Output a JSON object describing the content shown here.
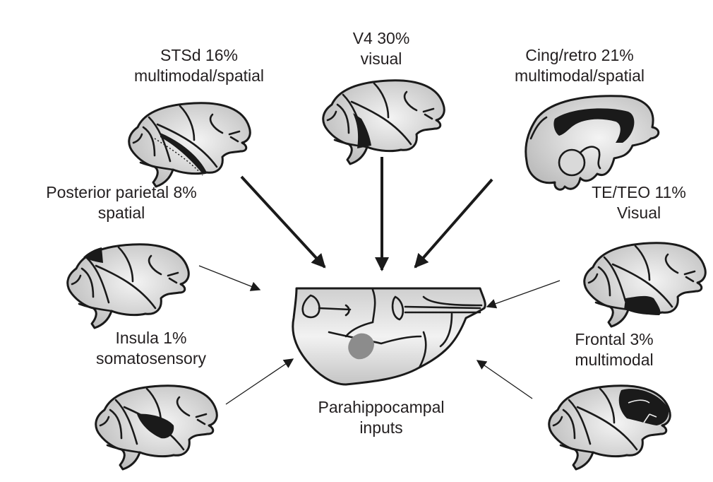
{
  "title": "Parahippocampal inputs",
  "center": {
    "line1": "Parahippocampal",
    "line2": "inputs"
  },
  "sources": [
    {
      "id": "stsd",
      "name": "STSd",
      "percent": "16%",
      "modality": "multimodal/spatial",
      "arrow": "thick"
    },
    {
      "id": "v4",
      "name": "V4",
      "percent": "30%",
      "modality": "visual",
      "arrow": "thick"
    },
    {
      "id": "cing",
      "name": "Cing/retro",
      "percent": "21%",
      "modality": "multimodal/spatial",
      "arrow": "thick"
    },
    {
      "id": "pp",
      "name": "Posterior parietal",
      "percent": "8%",
      "modality": "spatial",
      "arrow": "thin"
    },
    {
      "id": "teteo",
      "name": "TE/TEO",
      "percent": "11%",
      "modality": "Visual",
      "arrow": "thin"
    },
    {
      "id": "insula",
      "name": "Insula",
      "percent": "1%",
      "modality": "somatosensory",
      "arrow": "thin"
    },
    {
      "id": "frontal",
      "name": "Frontal",
      "percent": "3%",
      "modality": "multimodal",
      "arrow": "thin"
    }
  ],
  "labels": {
    "stsd": {
      "line1": "STSd 16%",
      "line2": "multimodal/spatial"
    },
    "v4": {
      "line1": "V4 30%",
      "line2": "visual"
    },
    "cing": {
      "line1": "Cing/retro 21%",
      "line2": "multimodal/spatial"
    },
    "pp": {
      "line1": "Posterior parietal 8%",
      "line2": "spatial"
    },
    "teteo": {
      "line1": "TE/TEO 11%",
      "line2": "Visual"
    },
    "insula": {
      "line1": "Insula 1%",
      "line2": "somatosensory"
    },
    "frontal": {
      "line1": "Frontal 3%",
      "line2": "multimodal"
    }
  },
  "colors": {
    "highlight": "#1a1a1a",
    "target_region": "#8c8c8c",
    "brain_fill_light": "#f2f2f2",
    "brain_fill_dark": "#bdbdbd"
  }
}
